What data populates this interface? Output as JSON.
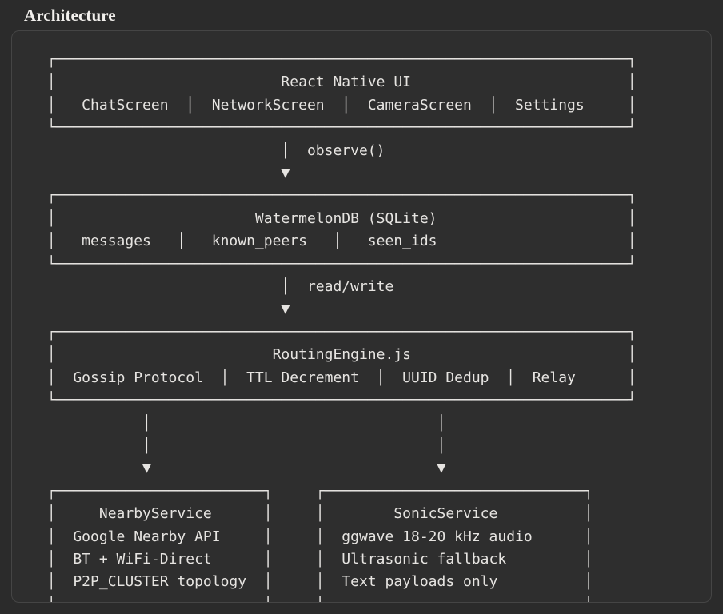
{
  "page": {
    "title": "Architecture",
    "background_color": "#2b2b2b",
    "card_background_color": "#2e2e2e",
    "card_border_color": "#454545",
    "text_color": "#e6e4e1"
  },
  "diagram": {
    "type": "ascii-flowchart",
    "nodes": [
      {
        "id": "react-native-ui",
        "title": "React Native UI",
        "items": [
          "ChatScreen",
          "NetworkScreen",
          "CameraScreen",
          "Settings"
        ]
      },
      {
        "id": "watermelondb",
        "title": "WatermelonDB (SQLite)",
        "items": [
          "messages",
          "known_peers",
          "seen_ids"
        ]
      },
      {
        "id": "routing-engine",
        "title": "RoutingEngine.js",
        "items": [
          "Gossip Protocol",
          "TTL Decrement",
          "UUID Dedup",
          "Relay"
        ]
      },
      {
        "id": "nearby-service",
        "title": "NearbyService",
        "items": [
          "Google Nearby API",
          "BT + WiFi-Direct",
          "P2P_CLUSTER topology"
        ]
      },
      {
        "id": "sonic-service",
        "title": "SonicService",
        "items": [
          "ggwave 18-20 kHz audio",
          "Ultrasonic fallback",
          "Text payloads only"
        ]
      }
    ],
    "edges": [
      {
        "from": "react-native-ui",
        "to": "watermelondb",
        "label": "observe()",
        "arrow": "▼"
      },
      {
        "from": "watermelondb",
        "to": "routing-engine",
        "label": "read/write",
        "arrow": "▼"
      },
      {
        "from": "routing-engine",
        "to": "nearby-service",
        "label": "",
        "arrow": "▼"
      },
      {
        "from": "routing-engine",
        "to": "sonic-service",
        "label": "",
        "arrow": "▼"
      }
    ],
    "ascii": " ┌──────────────────────────────────────────────────────────────────┐\n │                          React Native UI                         │\n │   ChatScreen  │  NetworkScreen  │  CameraScreen  │  Settings     │\n └──────────────────────────────────────────────────────────────────┘\n                            │  observe()\n                            ▼\n ┌──────────────────────────────────────────────────────────────────┐\n │                       WatermelonDB (SQLite)                      │\n │   messages   │   known_peers   │   seen_ids                      │\n └──────────────────────────────────────────────────────────────────┘\n                            │  read/write\n                            ▼\n ┌──────────────────────────────────────────────────────────────────┐\n │                         RoutingEngine.js                         │\n │  Gossip Protocol  │  TTL Decrement  │  UUID Dedup  │  Relay      │\n └──────────────────────────────────────────────────────────────────┘\n            │                                 │\n            │                                 │\n            ▼                                 ▼\n ┌────────────────────────┐     ┌──────────────────────────────┐\n │     NearbyService      │     │        SonicService          │\n │  Google Nearby API     │     │  ggwave 18-20 kHz audio      │\n │  BT + WiFi-Direct      │     │  Ultrasonic fallback         │\n │  P2P_CLUSTER topology  │     │  Text payloads only          │\n └────────────────────────┘     └──────────────────────────────┘"
  }
}
